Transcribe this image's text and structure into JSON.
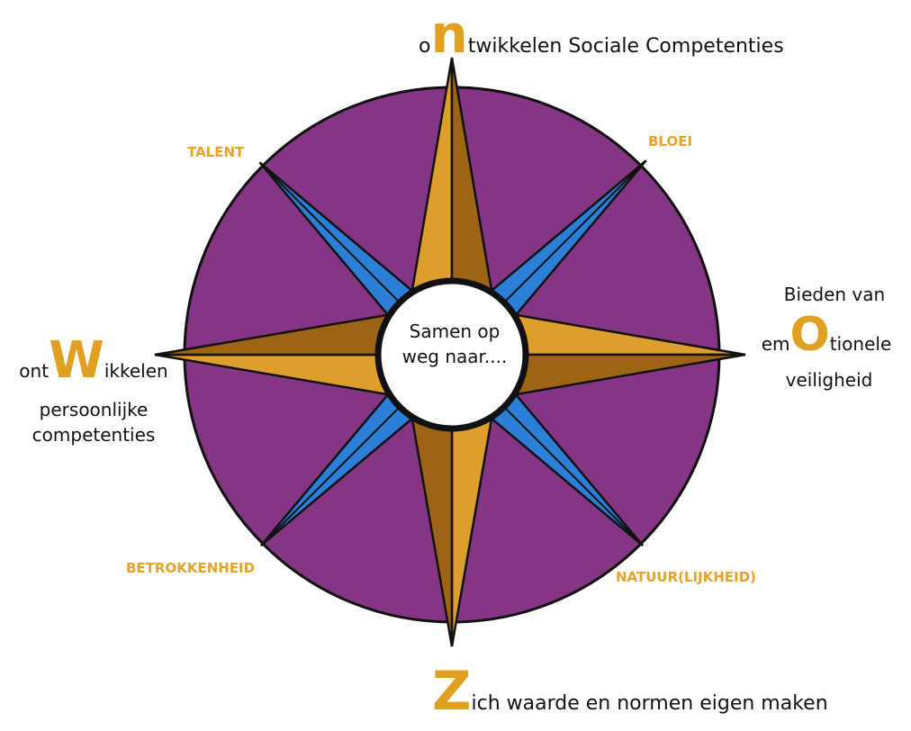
{
  "center": {
    "line1": "Samen op",
    "line2": "weg naar...."
  },
  "north": {
    "pre": "o",
    "big": "n",
    "rest": "twikkelen Sociale Competenties"
  },
  "south": {
    "big": "Z",
    "rest": "ich waarde en normen eigen maken"
  },
  "east": {
    "line1": "Bieden van",
    "pre": "em",
    "big": "O",
    "rest": "tionele",
    "line3": "veiligheid"
  },
  "west": {
    "pre": "ont",
    "big": "W",
    "rest": "ikkelen",
    "line2": "persoonlijke",
    "line3": "competenties"
  },
  "diagonals": {
    "ne": "BLOEI",
    "nw": "TALENT",
    "se": "NATUUR(LIJKHEID)",
    "sw": "BETROKKENHEID"
  },
  "colors": {
    "disc": "#843583",
    "blue": "#2b7fd6",
    "gold_light": "#dd9e2b",
    "gold_dark": "#9c6414",
    "outline": "#111111",
    "accent": "#e0a020"
  }
}
